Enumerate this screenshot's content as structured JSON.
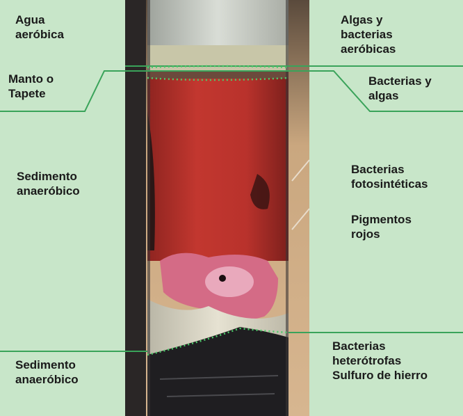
{
  "colors": {
    "panel_background": "#c8e6c9",
    "guide_line": "#3aa35a",
    "label_text": "#1a1a1a",
    "water_layer": "#c9cec7",
    "mat_layer": "#c3c2a6",
    "red_sediment": "#b8322e",
    "pink_patch": "#d86a84",
    "white_band": "#d7d3c2",
    "black_layer": "#1e1d1f"
  },
  "left_labels": {
    "aerobic_water": "Agua\naeróbica",
    "mat": "Manto o\nTapete",
    "anaerobic_sediment_upper": "Sedimento\nanaeróbico",
    "anaerobic_sediment_lower": "Sedimento\nanaeróbico"
  },
  "right_labels": {
    "aerobic_algae_bacteria": "Algas y\nbacterias\naeróbicas",
    "bacteria_algae": "Bacterias y\nalgas",
    "photosynthetic_bacteria": "Bacterias\nfotosintéticas",
    "red_pigments": "Pigmentos\nrojos",
    "heterotrophic_bacteria": "Bacterias\nheterótrofas\nSulfuro de hierro"
  }
}
